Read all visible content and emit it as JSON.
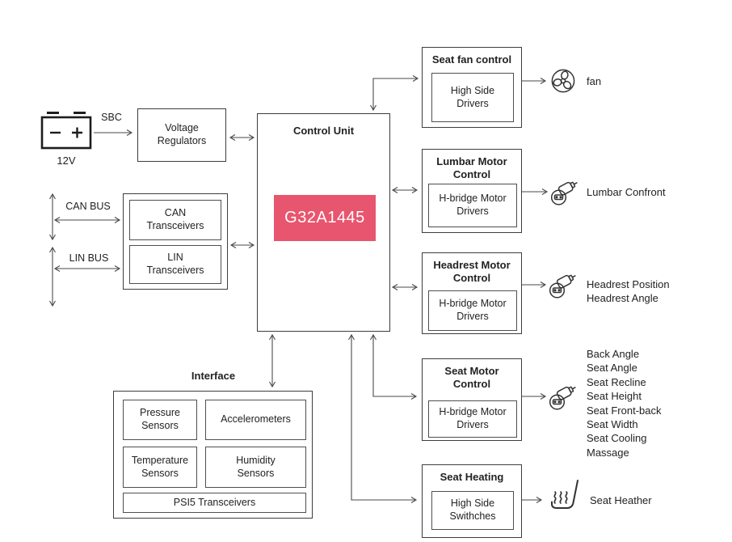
{
  "diagram": {
    "colors": {
      "chip_bg": "#E8556E",
      "chip_text": "#FFFFFF",
      "line": "#4a4a4a"
    },
    "battery": {
      "voltage": "12V",
      "sbc": "SBC"
    },
    "voltage_regulators": {
      "label": "Voltage Regulators"
    },
    "bus": {
      "can": "CAN BUS",
      "lin": "LIN BUS"
    },
    "transceivers": {
      "can": "CAN Transceivers",
      "lin": "LIN Transceivers"
    },
    "control_unit": {
      "title": "Control Unit",
      "chip": "G32A1445"
    },
    "blocks": {
      "seat_fan": {
        "title": "Seat fan control",
        "inner": "High Side Drivers"
      },
      "lumbar": {
        "title": "Lumbar Motor Control",
        "inner": "H-bridge Motor Drivers"
      },
      "headrest": {
        "title": "Headrest Motor Control",
        "inner": "H-bridge Motor Drivers"
      },
      "seat_motor": {
        "title": "Seat Motor Control",
        "inner": "H-bridge Motor Drivers"
      },
      "seat_heating": {
        "title": "Seat Heating",
        "inner": "High Side Swithches"
      }
    },
    "outputs": {
      "fan": "fan",
      "lumbar": "Lumbar Confront",
      "headrest": [
        "Headrest Position",
        "Headrest Angle"
      ],
      "seat_motor": [
        "Back Angle",
        "Seat Angle",
        "Seat Recline",
        "Seat Height",
        "Seat Front-back",
        "Seat Width",
        "Seat Cooling",
        "Massage"
      ],
      "seat_heating": "Seat Heather"
    },
    "interface": {
      "title": "Interface",
      "cells": [
        "Pressure Sensors",
        "Accelerometers",
        "Temperature Sensors",
        "Humidity Sensors"
      ],
      "psi5": "PSI5 Transceivers"
    },
    "icons": {
      "fan": "fan-icon",
      "motor": "motor-icon",
      "seat_heater": "seat-heater-icon",
      "battery": "battery-icon"
    }
  }
}
